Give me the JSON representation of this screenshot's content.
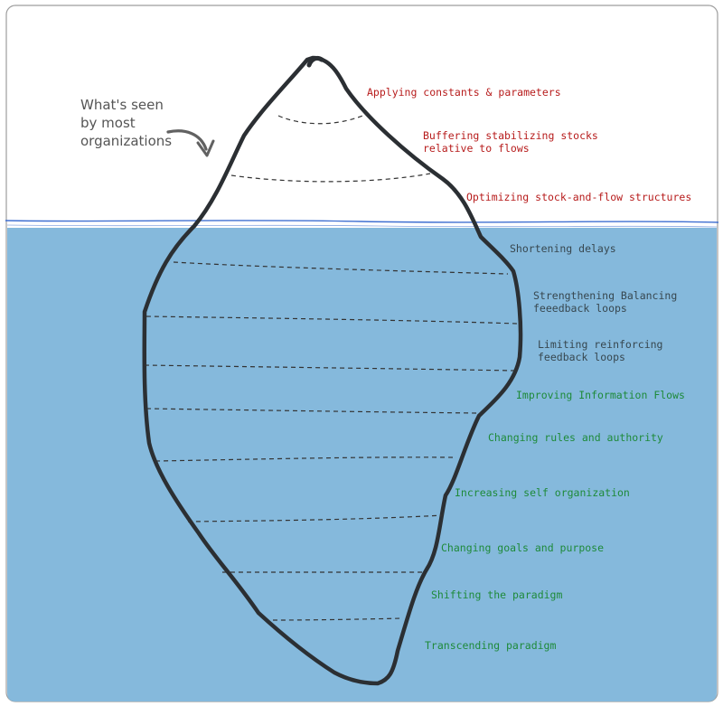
{
  "annotation": {
    "lines": [
      "What's seen",
      "by most",
      "organizations"
    ]
  },
  "colors": {
    "above_water": "#b71c1c",
    "shallow": "#37474f",
    "deep": "#1e8a3a",
    "water": "#85b9dc",
    "water_line": "#3f6fd1",
    "outline": "#2b2f33"
  },
  "levels": [
    {
      "text": "Applying constants & parameters",
      "zone": "above"
    },
    {
      "text": "Buffering stabilizing stocks\nrelative to flows",
      "zone": "above"
    },
    {
      "text": "Optimizing stock-and-flow structures",
      "zone": "above"
    },
    {
      "text": "Shortening delays",
      "zone": "shallow"
    },
    {
      "text": "Strengthening Balancing\nfeeedback loops",
      "zone": "shallow"
    },
    {
      "text": "Limiting reinforcing\nfeedback loops",
      "zone": "shallow"
    },
    {
      "text": "Improving Information Flows",
      "zone": "deep"
    },
    {
      "text": "Changing rules and authority",
      "zone": "deep"
    },
    {
      "text": "Increasing self organization",
      "zone": "deep"
    },
    {
      "text": "Changing goals and purpose",
      "zone": "deep"
    },
    {
      "text": "Shifting the paradigm",
      "zone": "deep"
    },
    {
      "text": "Transcending paradigm",
      "zone": "deep"
    }
  ]
}
